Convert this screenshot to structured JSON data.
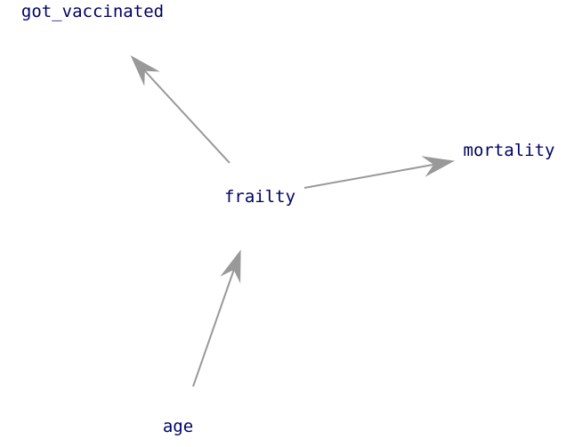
{
  "colors": {
    "node_text": "#000066",
    "edge": "#999999",
    "background": "#ffffff"
  },
  "nodes": [
    {
      "id": "got_vaccinated",
      "label": "got_vaccinated"
    },
    {
      "id": "frailty",
      "label": "frailty"
    },
    {
      "id": "mortality",
      "label": "mortality"
    },
    {
      "id": "age",
      "label": "age"
    }
  ],
  "edges": [
    {
      "from": "frailty",
      "to": "got_vaccinated"
    },
    {
      "from": "frailty",
      "to": "mortality"
    },
    {
      "from": "age",
      "to": "frailty"
    }
  ]
}
